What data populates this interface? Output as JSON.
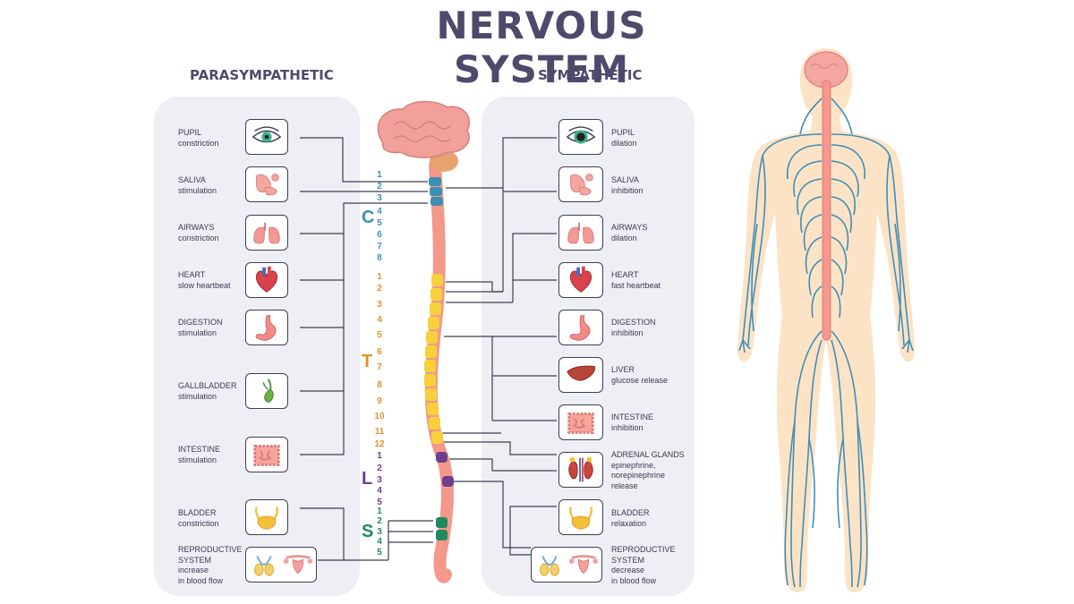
{
  "title": "NERVOUS SYSTEM",
  "parasympathetic": {
    "heading": "PARASYMPATHETIC",
    "items": [
      {
        "line1": "PUPIL",
        "line2": "constriction",
        "icon": "eye-icon"
      },
      {
        "line1": "SALIVA",
        "line2": "stimulation",
        "icon": "salivary-gland-icon"
      },
      {
        "line1": "AIRWAYS",
        "line2": "constriction",
        "icon": "lungs-icon"
      },
      {
        "line1": "HEART",
        "line2": "slow heartbeat",
        "icon": "heart-icon"
      },
      {
        "line1": "DIGESTION",
        "line2": "stimulation",
        "icon": "stomach-icon"
      },
      {
        "line1": "GALLBLADDER",
        "line2": "stimulation",
        "icon": "gallbladder-icon"
      },
      {
        "line1": "INTESTINE",
        "line2": "stimulation",
        "icon": "intestine-icon"
      },
      {
        "line1": "BLADDER",
        "line2": "constriction",
        "icon": "bladder-icon"
      },
      {
        "line1": "REPRODUCTIVE",
        "line2": "SYSTEM",
        "line3": "increase",
        "line4": "in blood flow",
        "icon": "reproductive-organs-icon"
      }
    ]
  },
  "sympathetic": {
    "heading": "SYMPATHETIC",
    "items": [
      {
        "line1": "PUPIL",
        "line2": "dilation",
        "icon": "eye-icon"
      },
      {
        "line1": "SALIVA",
        "line2": "inhibition",
        "icon": "salivary-gland-icon"
      },
      {
        "line1": "AIRWAYS",
        "line2": "dilation",
        "icon": "lungs-icon"
      },
      {
        "line1": "HEART",
        "line2": "fast heartbeat",
        "icon": "heart-icon"
      },
      {
        "line1": "DIGESTION",
        "line2": "inhibition",
        "icon": "stomach-icon"
      },
      {
        "line1": "LIVER",
        "line2": "glucose release",
        "icon": "liver-icon"
      },
      {
        "line1": "INTESTINE",
        "line2": "inhibition",
        "icon": "intestine-icon"
      },
      {
        "line1": "ADRENAL GLANDS",
        "line2": "epinephrine,",
        "line3": "norepinephrine",
        "line4": "release",
        "icon": "kidneys-icon"
      },
      {
        "line1": "BLADDER",
        "line2": "relaxation",
        "icon": "bladder-icon"
      },
      {
        "line1": "REPRODUCTIVE",
        "line2": "SYSTEM",
        "line3": "decrease",
        "line4": "in blood flow",
        "icon": "reproductive-organs-icon"
      }
    ]
  },
  "spinal_regions": {
    "cervical": {
      "letter": "C",
      "numbers": [
        "1",
        "2",
        "3",
        "4",
        "5",
        "6",
        "7",
        "8"
      ],
      "color": "#3d8fb4"
    },
    "thoracic": {
      "letter": "T",
      "numbers": [
        "1",
        "2",
        "3",
        "4",
        "5",
        "6",
        "7",
        "8",
        "9",
        "10",
        "11",
        "12"
      ],
      "color": "#e0922a"
    },
    "lumbar": {
      "letter": "L",
      "numbers": [
        "1",
        "2",
        "3",
        "4",
        "5"
      ],
      "color": "#6b3f8c"
    },
    "sacral": {
      "letter": "S",
      "numbers": [
        "1",
        "2",
        "3",
        "4",
        "5"
      ],
      "color": "#1f8a5e"
    }
  },
  "colors": {
    "panel": "#eeeff4",
    "title": "#4d4a6c",
    "wire": "#3d3d56",
    "brain": "#f2a09a",
    "spinal_cord": "#f3988b",
    "nerves": "#3f8fb8",
    "body_skin": "#fde3c6"
  }
}
